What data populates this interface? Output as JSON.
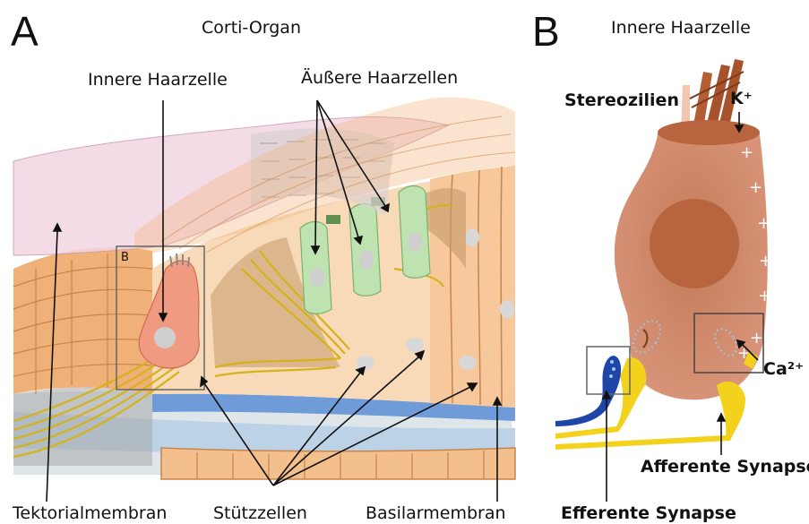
{
  "panels": {
    "a": {
      "letter": "A",
      "title": "Corti-Organ",
      "labels": {
        "inner_hair_cell": "Innere Haarzelle",
        "outer_hair_cells": "Äußere Haarzellen",
        "inset_marker": "B",
        "tectorial_membrane": "Tektorialmembran",
        "supporting_cells": "Stützzellen",
        "basilar_membrane": "Basilarmembran"
      }
    },
    "b": {
      "letter": "B",
      "title": "Innere Haarzelle",
      "labels": {
        "stereocilia": "Stereozilien",
        "potassium": "K⁺",
        "calcium": "Ca²⁺",
        "afferent_synapse": "Afferente Synapse",
        "efferent_synapse": "Efferente Synapse"
      },
      "plus_marks": [
        "+",
        "+",
        "+",
        "+",
        "+",
        "+",
        "+"
      ]
    }
  },
  "colors": {
    "tectorial": "#f2d6e2",
    "inner_hair_cell": "#f09a82",
    "outer_hair_cells": "#bfe3b0",
    "supporting": "#f8d9b8",
    "orange_layer": "#f0b178",
    "basilar_blue": "#6f9bd9",
    "nerve_yellow": "#f2d21c",
    "cell_body_b": "#c97a5a",
    "nucleus_b": "#b8643f",
    "efferent_blue": "#1e46a8"
  }
}
